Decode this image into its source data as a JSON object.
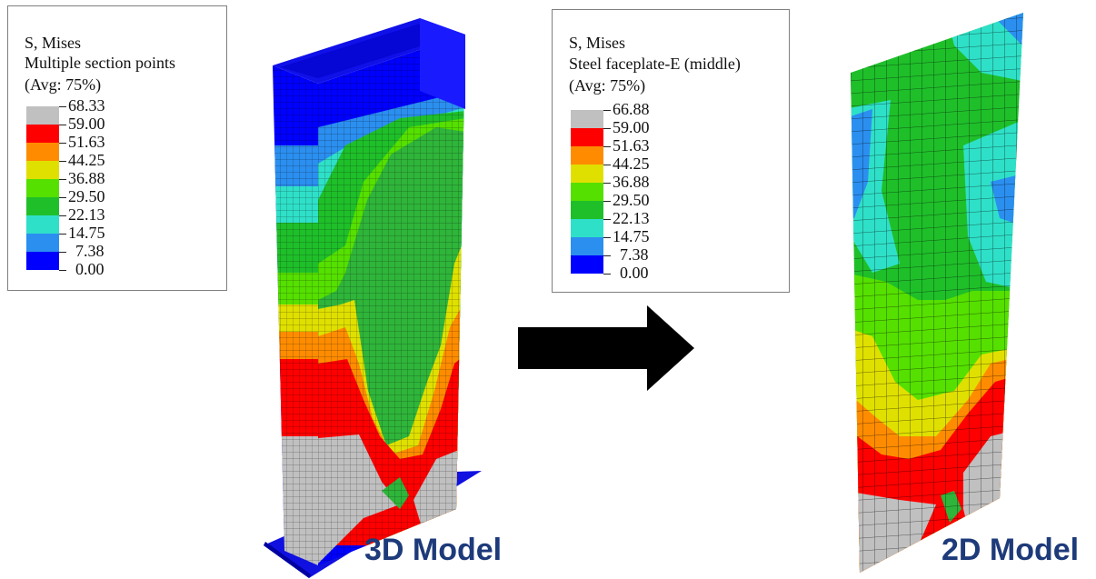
{
  "legend_3d": {
    "line1": "S, Mises",
    "line2": "Multiple section points",
    "line3": "(Avg: 75%)",
    "values": [
      "68.33",
      "59.00",
      "51.63",
      "44.25",
      "36.88",
      "29.50",
      "22.13",
      "14.75",
      "7.38",
      "0.00"
    ]
  },
  "legend_2d": {
    "line1": "S, Mises",
    "line2": "Steel faceplate-E (middle)",
    "line3": "(Avg: 75%)",
    "values": [
      "66.88",
      "59.00",
      "51.63",
      "44.25",
      "36.88",
      "29.50",
      "22.13",
      "14.75",
      "7.38",
      "0.00"
    ]
  },
  "contour_colors": [
    "#c0c0c0",
    "#ff0000",
    "#ff8c00",
    "#e0e000",
    "#55e000",
    "#1fbf2a",
    "#2fe0c8",
    "#2b8ff0",
    "#0000ff"
  ],
  "label_3d": "3D Model",
  "label_2d": "2D Model"
}
